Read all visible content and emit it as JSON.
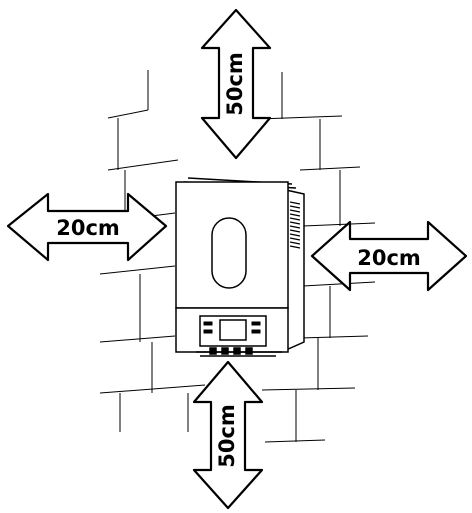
{
  "clearances": {
    "top": "50cm",
    "bottom": "50cm",
    "left": "20cm",
    "right": "20cm"
  },
  "colors": {
    "line": "#000000",
    "fill": "#ffffff",
    "unit_face": "#f2f2f2"
  }
}
